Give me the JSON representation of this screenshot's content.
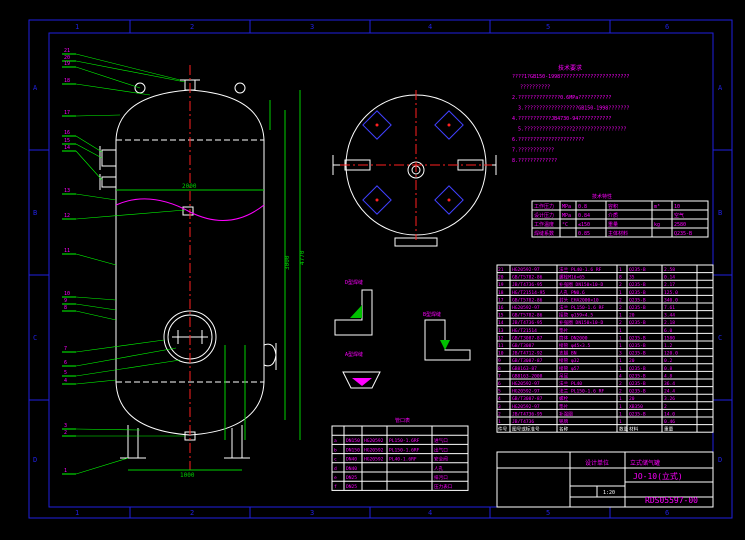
{
  "colors": {
    "frame": "#2020e0",
    "drawing": "#ffffff",
    "dim": "#00d000",
    "annot": "#ff00ff",
    "leader": "#00ff00",
    "red": "#ff2020",
    "yellow": "#ffff00"
  },
  "grid": {
    "cols": [
      "1",
      "2",
      "3",
      "4",
      "5",
      "6"
    ],
    "rows": [
      "A",
      "B",
      "C",
      "D"
    ]
  },
  "vessel_labels": [
    "21",
    "20",
    "19",
    "18",
    "17",
    "16",
    "15",
    "14",
    "13",
    "12",
    "11",
    "10",
    "9",
    "8",
    "7",
    "6",
    "5",
    "4",
    "3",
    "2",
    "1"
  ],
  "dims": {
    "d1": "2000",
    "d2": "4770",
    "d3": "3000",
    "d4": "1000"
  },
  "notes_title": "技术要求",
  "notes": [
    "????1?GB150-1998???????????????????????",
    "??????????",
    "2.??????????????0.6MPa???????????",
    "3.??????????????????GB150-1998???????",
    "4.???????????JB4730-94???????????",
    "5.????????????????2?????????????????",
    "6.??????????????????????",
    "7.????????????",
    "8.?????????????"
  ],
  "params_title": "技术特性",
  "params": [
    [
      "工作压力",
      "MPa",
      "0.8",
      "容积",
      "m³",
      "10"
    ],
    [
      "设计压力",
      "MPa",
      "0.84",
      "介质",
      "",
      "空气"
    ],
    [
      "工作温度",
      "°C",
      "≤150",
      "重量",
      "kg",
      "2580"
    ],
    [
      "焊缝系数",
      "",
      "0.85",
      "主体材料",
      "",
      "Q235-B"
    ]
  ],
  "weld_labels": [
    "D型焊缝",
    "A型焊缝",
    "B型焊缝"
  ],
  "nozzle_title": "管口表",
  "nozzles": [
    [
      "a",
      "DN150",
      "HG20592",
      "PL150-1.6RF",
      "进气口"
    ],
    [
      "b",
      "DN150",
      "HG20592",
      "PL150-1.6RF",
      "出气口"
    ],
    [
      "c",
      "DN40",
      "HG20592",
      "PL40-1.6RF",
      "安全阀"
    ],
    [
      "d",
      "DN40",
      "",
      "",
      "人孔"
    ],
    [
      "e",
      "DN25",
      "",
      "",
      "排污口"
    ],
    [
      "f",
      "DN25",
      "",
      "",
      "压力表口"
    ]
  ],
  "bom": [
    [
      "21",
      "HG20592-97",
      "法兰 PL40-1.6 RF",
      "1",
      "Q235-B",
      "2.58"
    ],
    [
      "20",
      "GB/T5782-86",
      "螺栓M16×65",
      "8",
      "35",
      "0.14"
    ],
    [
      "19",
      "JB/T4736-95",
      "补强圈 DN150×10-D",
      "2",
      "Q235-B",
      "2.17"
    ],
    [
      "18",
      "HG/T21514-95",
      "人孔 PN0.6",
      "1",
      "Q235-B",
      "125.0"
    ],
    [
      "17",
      "GB/T5782-86",
      "封头 EHA2000×10",
      "2",
      "Q235-B",
      "340.0"
    ],
    [
      "16",
      "HG20592-97",
      "法兰 PL150-1.6 RF",
      "2",
      "Q235-B",
      "7.61"
    ],
    [
      "15",
      "GB/T5782-86",
      "接管 φ159×4.5",
      "1",
      "20",
      "3.44"
    ],
    [
      "14",
      "JB/T4736-95",
      "补强圈 DN150×10-D",
      "2",
      "Q235-B",
      "2.18"
    ],
    [
      "13",
      "HG/T21514",
      "垫片",
      "1",
      "",
      "6.0"
    ],
    [
      "12",
      "GB/T3087-87",
      "筒体 DN2000",
      "1",
      "Q235-B",
      "1580"
    ],
    [
      "11",
      "GB/T3087",
      "接管 φ45×3.5",
      "1",
      "Q235-B",
      "1.2"
    ],
    [
      "10",
      "JB/T4712-92",
      "支腿 BN",
      "3",
      "Q235-B",
      "120.0"
    ],
    [
      "9",
      "GB/T3087-87",
      "接管 φ32",
      "1",
      "20",
      "0.2"
    ],
    [
      "8",
      "GB8163-87",
      "接管 φ57",
      "1",
      "Q235-B",
      "0.8"
    ],
    [
      "7",
      "GB8163-2008",
      "吊耳",
      "4",
      "Q235-B",
      "4.8"
    ],
    [
      "6",
      "HG20592-97",
      "法兰 PL40",
      "2",
      "Q235-B",
      "36.4"
    ],
    [
      "5",
      "HG20592-97",
      "法兰 PL150-1.6 RF",
      "2",
      "Q235-B",
      "24.4"
    ],
    [
      "4",
      "GB/T3087-87",
      "螺栓",
      "1",
      "20",
      "3.26"
    ],
    [
      "3",
      "HG20592-97",
      "垫片",
      "1",
      "XB350",
      "2"
    ],
    [
      "2",
      "JB/T4736-95",
      "补强圈",
      "1",
      "Q235-B",
      "14.0"
    ],
    [
      "1",
      "JB/T4736",
      "铭牌",
      "1",
      "",
      "0.46"
    ]
  ],
  "bom_header": [
    "件号",
    "图号或标准号",
    "名称",
    "数量",
    "材料",
    "重量"
  ],
  "title_block": {
    "company": "设计单位",
    "name": "立式储气罐",
    "drawing_no": "JO-10(立式)",
    "code": "RDS05597-00",
    "scale": "1:20"
  }
}
